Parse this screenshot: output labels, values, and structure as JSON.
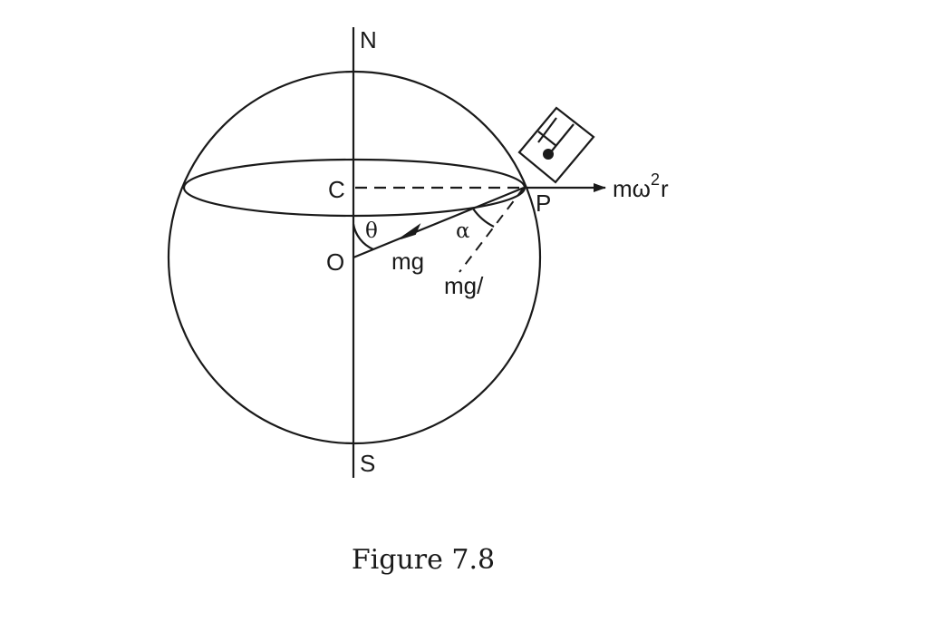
{
  "labels": {
    "north": "N",
    "south": "S",
    "center_c": "C",
    "center_o": "O",
    "point_p": "P",
    "angle_theta": "θ",
    "angle_alpha": "α",
    "force_mg": "mg",
    "force_mg_prime": "mg/",
    "centrifugal_main": "mω",
    "centrifugal_sup": "2",
    "centrifugal_tail": "r"
  },
  "caption": "Figure 7.8"
}
